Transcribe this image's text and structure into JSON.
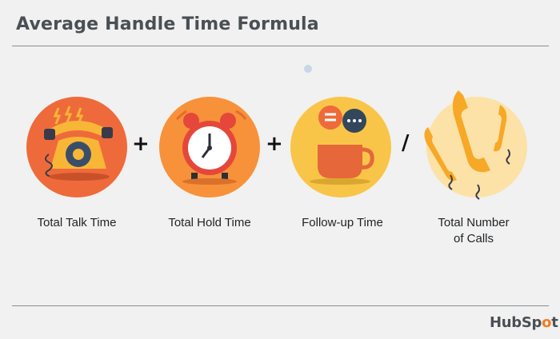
{
  "title": "Average Handle Time Formula",
  "items": [
    {
      "label": "Total Talk Time",
      "icon": "rotary-phone-icon",
      "color": "#ef6a3a"
    },
    {
      "label": "Total Hold Time",
      "icon": "alarm-clock-icon",
      "color": "#f7923a"
    },
    {
      "label": "Follow-up Time",
      "icon": "coffee-chat-icon",
      "color": "#f9c548"
    },
    {
      "label_line1": "Total Number",
      "label_line2": "of Calls",
      "icon": "phone-handsets-icon",
      "color": "#fce2a6"
    }
  ],
  "operators": {
    "plus1": "+",
    "plus2": "+",
    "divide": "/"
  },
  "logo": {
    "text_before": "HubSp",
    "text_o": "o",
    "text_after": "t"
  }
}
